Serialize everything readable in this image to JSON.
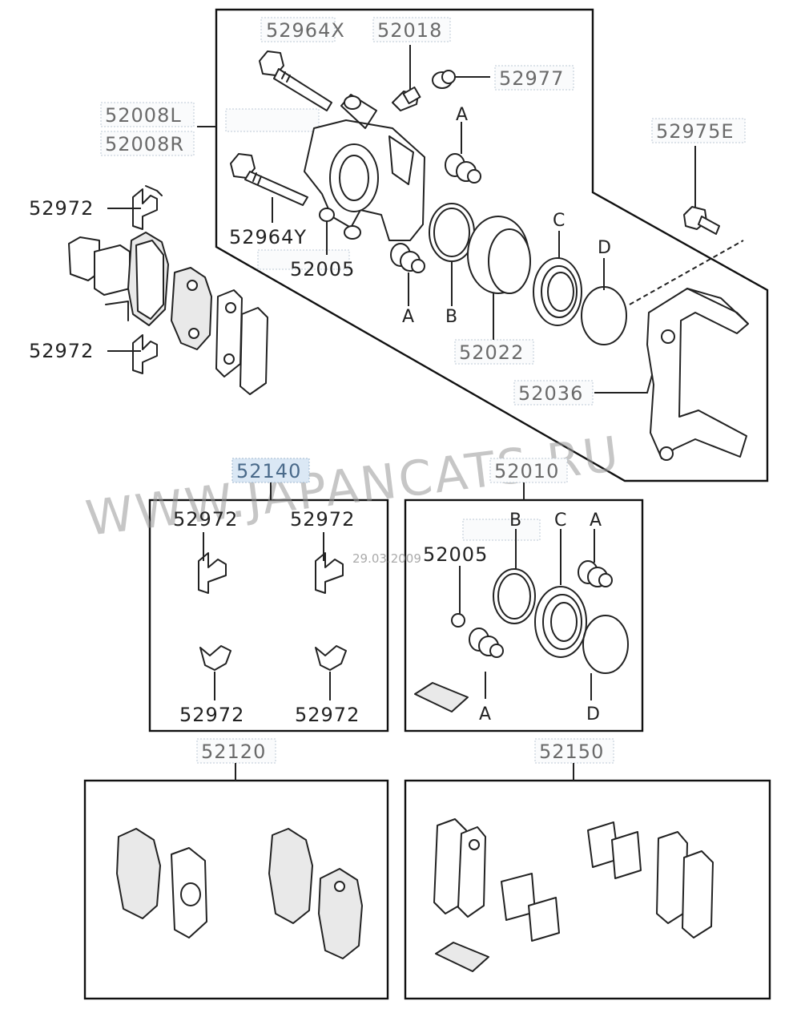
{
  "watermark": "WWW.JAPANCATS.RU",
  "date_stamp": "29.03.2009",
  "callouts": {
    "p52964X": "52964X",
    "p52018": "52018",
    "p52977": "52977",
    "p52008L": "52008L",
    "p52008R": "52008R",
    "p52975E": "52975E",
    "p52972_a": "52972",
    "p52972_b": "52972",
    "p52964Y": "52964Y",
    "p52005_top": "52005",
    "p52022": "52022",
    "p52036": "52036",
    "p52140": "52140",
    "p52010": "52010",
    "p52972_k1": "52972",
    "p52972_k2": "52972",
    "p52972_k3": "52972",
    "p52972_k4": "52972",
    "p52005_kit": "52005",
    "p52120": "52120",
    "p52150": "52150"
  },
  "letters": {
    "A_top": "A",
    "A_low": "A",
    "B_top": "B",
    "C_top": "C",
    "D_top": "D",
    "B_kit": "B",
    "C_kit": "C",
    "A_kit_top": "A",
    "A_kit_low": "A",
    "D_kit": "D"
  }
}
